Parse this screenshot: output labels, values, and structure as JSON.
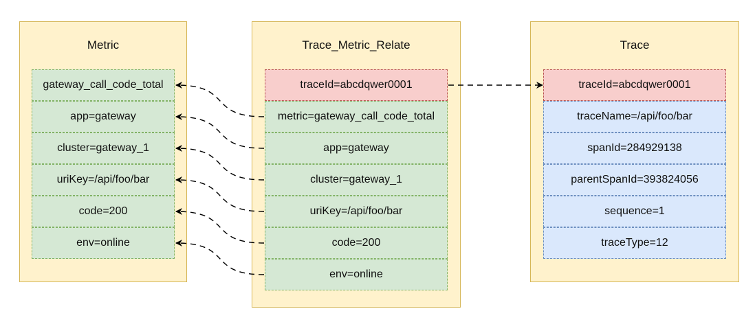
{
  "metric": {
    "title": "Metric",
    "rows": [
      "gateway_call_code_total",
      "app=gateway",
      "cluster=gateway_1",
      "uriKey=/api/foo/bar",
      "code=200",
      "env=online"
    ]
  },
  "relate": {
    "title": "Trace_Metric_Relate",
    "trace_id": "traceId=abcdqwer0001",
    "rows": [
      "metric=gateway_call_code_total",
      "app=gateway",
      "cluster=gateway_1",
      "uriKey=/api/foo/bar",
      "code=200",
      "env=online"
    ]
  },
  "trace": {
    "title": "Trace",
    "trace_id": "traceId=abcdqwer0001",
    "rows": [
      "traceName=/api/foo/bar",
      "spanId=284929138",
      "parentSpanId=393824056",
      "sequence=1",
      "traceType=12"
    ]
  },
  "colors": {
    "panel_fill": "#fff2cc",
    "panel_stroke": "#d6b656",
    "green_fill": "#d5e8d4",
    "green_stroke": "#82b366",
    "red_fill": "#f8cecc",
    "red_stroke": "#b85450",
    "blue_fill": "#dae8fc",
    "blue_stroke": "#6c8ebf"
  }
}
